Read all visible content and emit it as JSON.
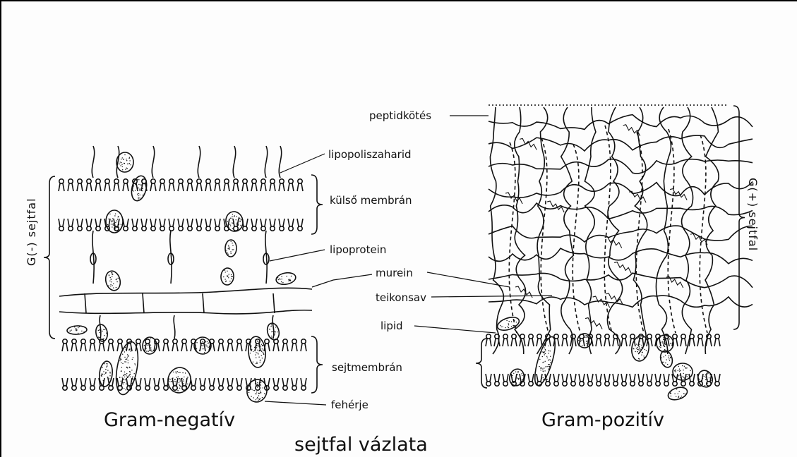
{
  "labels": {
    "peptidkotes": "peptidkötés",
    "lipopoliszaharid": "lipopoliszaharid",
    "kulso_membran": "külső membrán",
    "lipoprotein": "lipoprotein",
    "murein": "murein",
    "teikonsav": "teikonsav",
    "lipid": "lipid",
    "sejtmembran": "sejtmembrán",
    "feherje": "fehérje"
  },
  "sides": {
    "left": "G(-) sejtfal",
    "right": "G(+) sejtfal"
  },
  "captions": {
    "gram_negative": "Gram-negatív",
    "gram_positive": "Gram-pozitív",
    "title": "sejtfal vázlata"
  }
}
